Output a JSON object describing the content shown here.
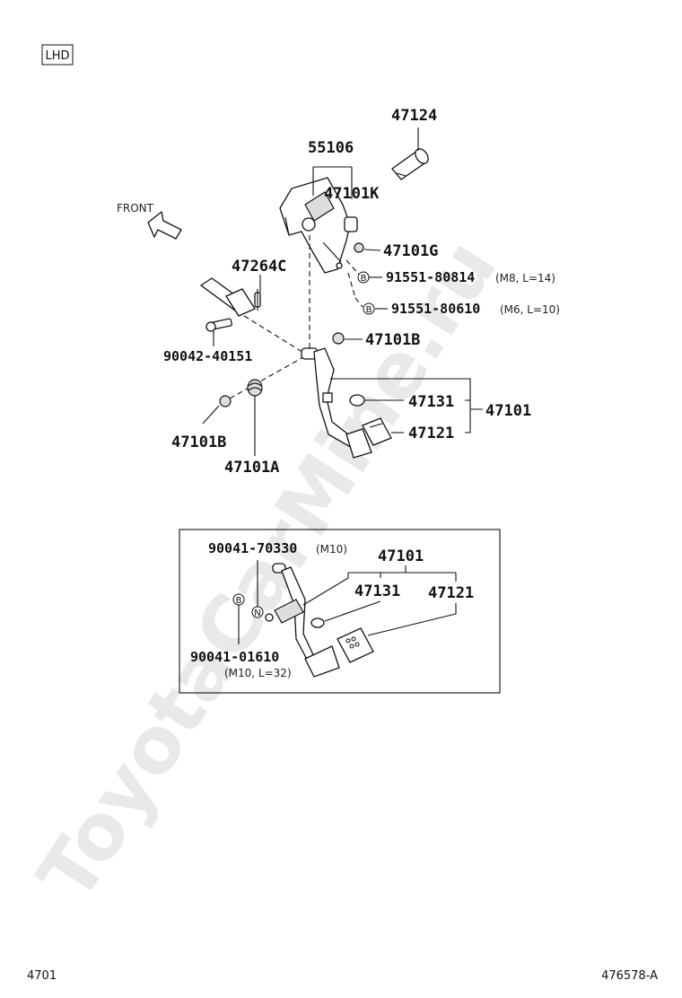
{
  "header": {
    "variant_badge": "LHD"
  },
  "watermark": "ToyotaCarMine.ru",
  "upper": {
    "p47124": "47124",
    "p55106": "55106",
    "p47101K": "47101K",
    "front": "FRONT",
    "p47101G": "47101G",
    "p47264C": "47264C",
    "b1_code": "91551-80814",
    "b1_spec": "(M8, L=14)",
    "b2_code": "91551-80610",
    "b2_spec": "(M6, L=10)",
    "p90042": "90042-40151",
    "p47101B_a": "47101B",
    "p47131": "47131",
    "p47101": "47101",
    "p47121": "47121",
    "p47101B_b": "47101B",
    "p47101A": "47101A",
    "bolt_marker": "B"
  },
  "inset": {
    "p90041a_code": "90041-70330",
    "p90041a_spec": "(M10)",
    "p47101": "47101",
    "p47131": "47131",
    "p47121": "47121",
    "p90041b_code": "90041-01610",
    "p90041b_spec": "(M10, L=32)",
    "marker_b": "B",
    "marker_n": "N"
  },
  "footer": {
    "page_code": "4701",
    "figure_id": "476578-A"
  }
}
